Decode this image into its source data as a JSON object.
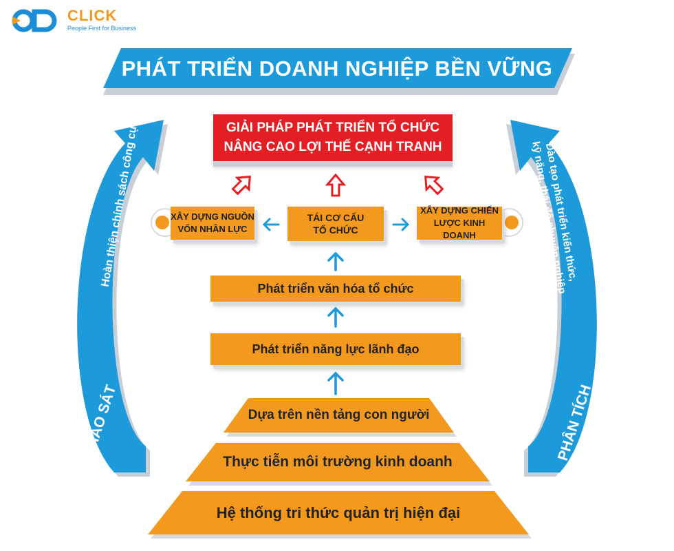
{
  "logo": {
    "brand": "CLICK",
    "tagline": "People First for Business"
  },
  "title": "PHÁT TRIỂN DOANH NGHIỆP BỀN VỮNG",
  "goal": {
    "line1": "GIẢI PHÁP PHÁT TRIỂN TỔ CHỨC",
    "line2": "NÂNG CAO LỢI THẾ CẠNH TRANH"
  },
  "middle": {
    "left": {
      "line1": "XÂY DỰNG NGUỒN",
      "line2": "VỐN NHÂN LỰC"
    },
    "center": {
      "line1": "TÁI CƠ CẤU",
      "line2": "TỔ CHỨC"
    },
    "right": {
      "line1": "XÂY DỰNG CHIẾN",
      "line2": "LƯỢC KINH DOANH"
    }
  },
  "steps": [
    "Phát triển văn hóa tổ chức",
    "Phát triển năng lực lãnh đạo"
  ],
  "pyramid": [
    "Dựa trên nền tảng con người",
    "Thực tiễn môi trường kinh doanh",
    "Hệ thống tri thức quản trị hiện đại"
  ],
  "left_arrow": {
    "main": "KHẢO SÁT",
    "sub": "Hoàn thiện chính sách công cụ"
  },
  "right_arrow": {
    "main": "PHÂN TÍCH",
    "sub_line1": "Đào tạo phát triển kiến thức,",
    "sub_line2": "kỹ năng, thái độ chuyên nghiệp"
  },
  "colors": {
    "blue": "#1d9ad9",
    "orange": "#f39a1e",
    "red": "#e31e24"
  }
}
